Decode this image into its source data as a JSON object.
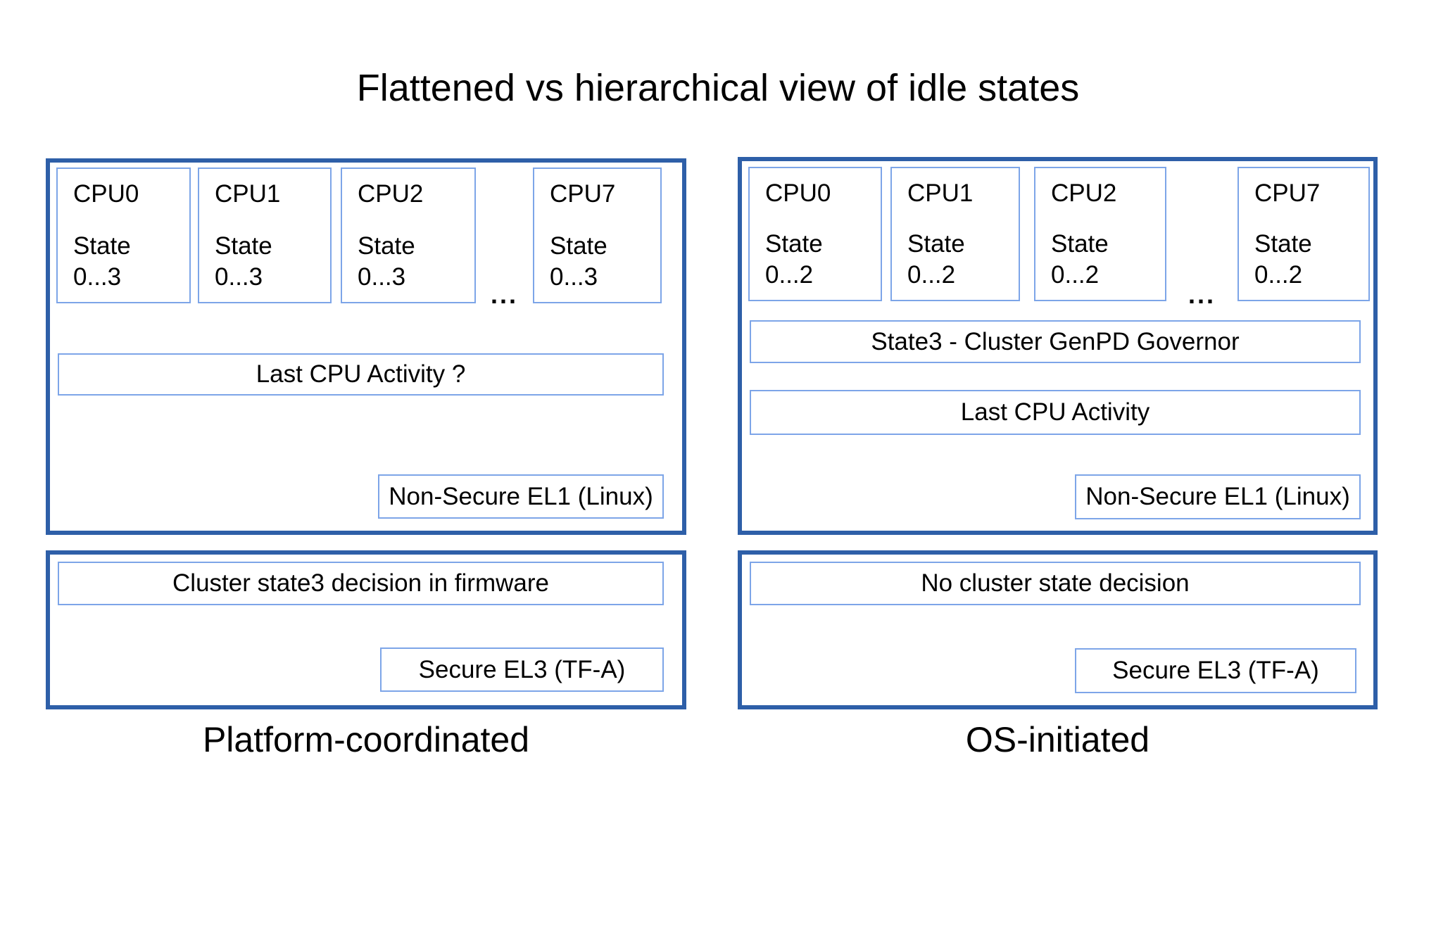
{
  "title": "Flattened vs hierarchical view of idle states",
  "colors": {
    "panel_border": "#2e5fa8",
    "box_border": "#7da5e8",
    "text": "#000000",
    "background": "#ffffff"
  },
  "left": {
    "caption": "Platform-coordinated",
    "ellipsis": "...",
    "cpus": [
      {
        "label": "CPU0",
        "state": "State",
        "range": "0...3"
      },
      {
        "label": "CPU1",
        "state": "State",
        "range": "0...3"
      },
      {
        "label": "CPU2",
        "state": "State",
        "range": "0...3"
      },
      {
        "label": "CPU7",
        "state": "State",
        "range": "0...3"
      }
    ],
    "activity_label": "Last CPU Activity ?",
    "el1_label": "Non-Secure EL1 (Linux)",
    "firmware_label": "Cluster state3 decision in firmware",
    "el3_label": "Secure EL3 (TF-A)"
  },
  "right": {
    "caption": "OS-initiated",
    "ellipsis": "...",
    "cpus": [
      {
        "label": "CPU0",
        "state": "State",
        "range": "0...2"
      },
      {
        "label": "CPU1",
        "state": "State",
        "range": "0...2"
      },
      {
        "label": "CPU2",
        "state": "State",
        "range": "0...2"
      },
      {
        "label": "CPU7",
        "state": "State",
        "range": "0...2"
      }
    ],
    "governor_label": "State3 - Cluster GenPD Governor",
    "activity_label": "Last CPU Activity",
    "el1_label": "Non-Secure EL1 (Linux)",
    "decision_label": "No cluster state decision",
    "el3_label": "Secure EL3 (TF-A)"
  }
}
